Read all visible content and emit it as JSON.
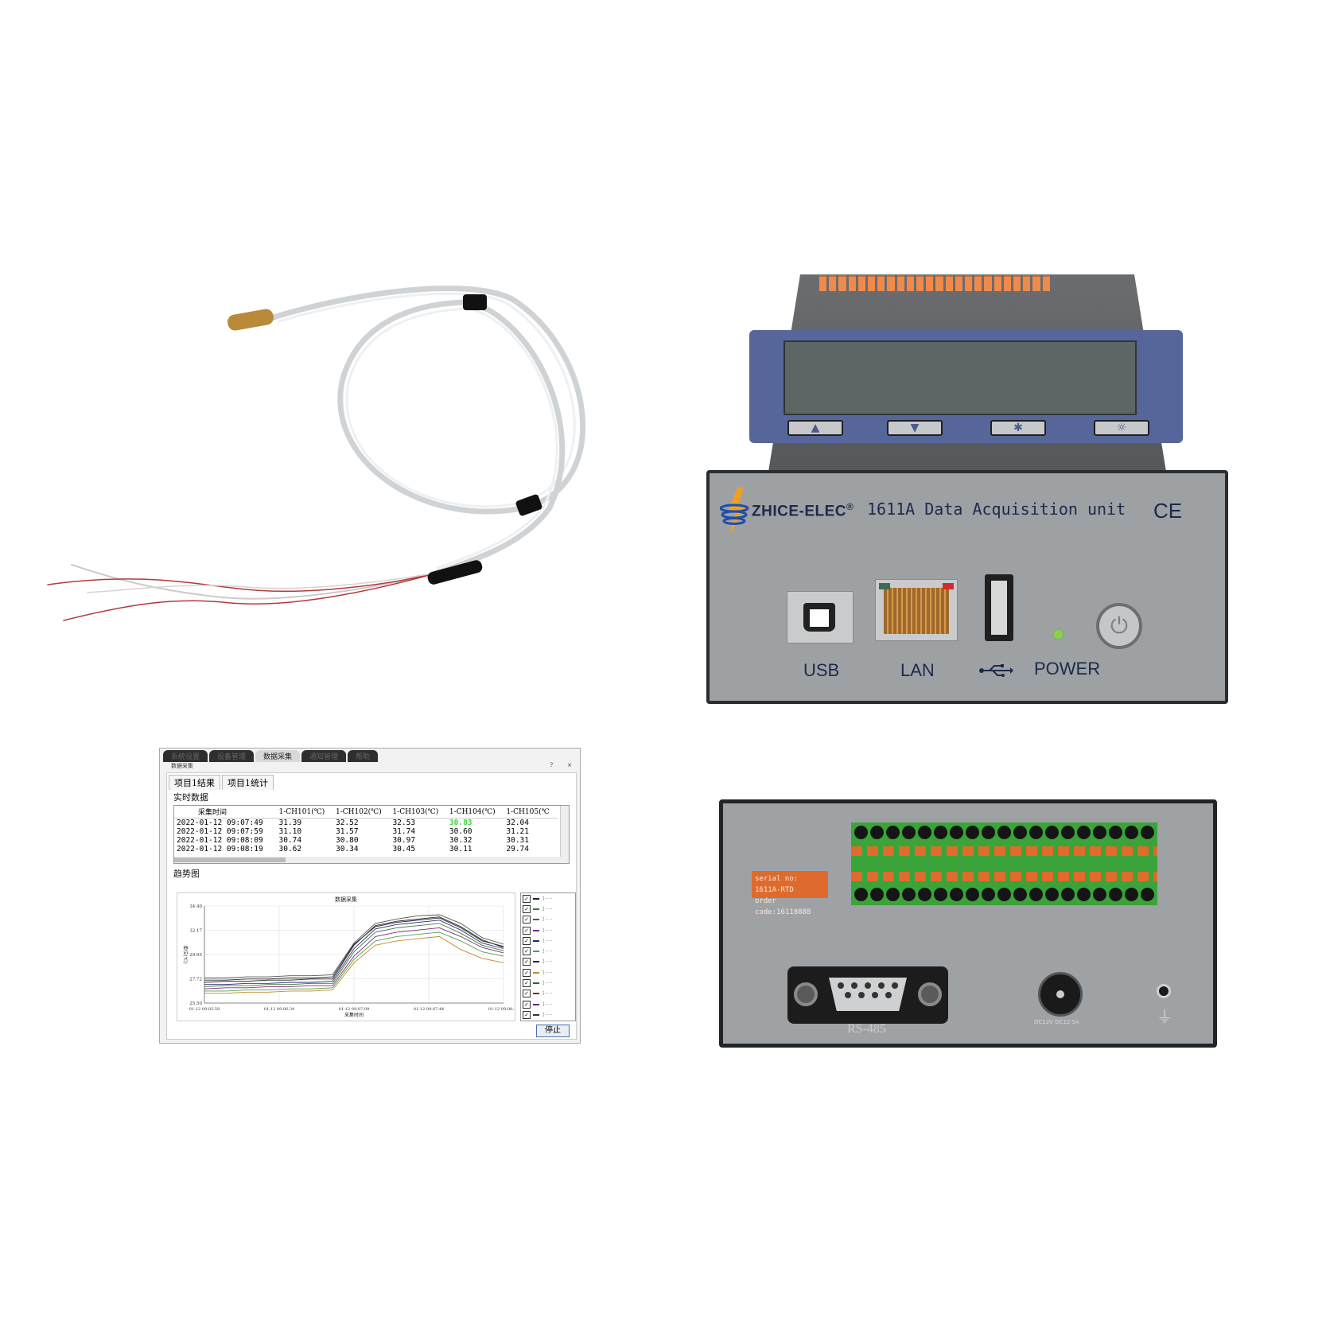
{
  "front_panel": {
    "brand": "ZHICE-ELEC",
    "registered": "®",
    "model": "1611A Data Acquisition unit",
    "ce_mark": "CE",
    "lcd_buttons": [
      "▲",
      "▼",
      "✱",
      "☼"
    ],
    "ports": {
      "usb": "USB",
      "lan": "LAN",
      "usb_a_icon": "⭠",
      "power": "POWER"
    },
    "power_icon": "power-icon"
  },
  "back_panel": {
    "serial_line1": "serial no: 1611A-RTD",
    "serial_line2": "order code:16118888",
    "rs485": "RS-485",
    "dc_label": "DC12V DC12 5A",
    "ground_symbol": "⏚"
  },
  "software": {
    "tabs": [
      "系统设置",
      "设备管理",
      "数据采集",
      "通知管理",
      "帮助"
    ],
    "window_title": "数据采集",
    "help_btn": "?",
    "close_btn": "×",
    "sub_tabs": [
      "项目1结果",
      "项目1统计"
    ],
    "realtime_label": "实时数据",
    "trend_label": "趋势图",
    "table": {
      "headers": [
        "采集时间",
        "1-CH101(℃)",
        "1-CH102(℃)",
        "1-CH103(℃)",
        "1-CH104(℃)",
        "1-CH105(℃"
      ],
      "rows": [
        [
          "2022-01-12 09:07:49",
          "31.39",
          "32.52",
          "32.53",
          "30.83",
          "32.04"
        ],
        [
          "2022-01-12 09:07:59",
          "31.10",
          "31.57",
          "31.74",
          "30.60",
          "31.21"
        ],
        [
          "2022-01-12 09:08:09",
          "30.74",
          "30.80",
          "30.97",
          "30.32",
          "30.31"
        ],
        [
          "2022-01-12 09:08:19",
          "30.62",
          "30.34",
          "30.45",
          "30.11",
          "29.74"
        ]
      ]
    },
    "stop_button": "停止",
    "legend_item_label": "1-···",
    "legend_colors": [
      "#222222",
      "#3a7a3a",
      "#555555",
      "#7a2a7a",
      "#2a2a7a",
      "#4aa04a",
      "#2a2a2a",
      "#c08a2a",
      "#2a6a2a",
      "#7a2a2a",
      "#5a2a7a",
      "#333333"
    ]
  },
  "chart_data": {
    "type": "line",
    "title": "数据采集",
    "xlabel": "采集时间",
    "ylabel": "单位(℃)",
    "y_ticks": [
      "34.40",
      "32.17",
      "29.95",
      "27.72",
      "25.50"
    ],
    "x_ticks": [
      "01-12 09:05:59",
      "01-12 09:06:34",
      "01-12 09:07:09",
      "01-12 09:07:44",
      "01-12 09:08:19"
    ],
    "ylim": [
      25.5,
      34.4
    ],
    "x": [
      0,
      1,
      2,
      3,
      4,
      5,
      6,
      7,
      8,
      9,
      10,
      11,
      12,
      13,
      14
    ],
    "series": [
      {
        "values": [
          27.4,
          27.5,
          27.5,
          27.6,
          27.6,
          27.7,
          27.7,
          30.8,
          32.6,
          33.0,
          33.2,
          33.4,
          32.5,
          31.3,
          30.6
        ]
      },
      {
        "values": [
          27.0,
          27.1,
          27.1,
          27.2,
          27.2,
          27.3,
          27.3,
          30.2,
          32.0,
          32.4,
          32.6,
          32.8,
          31.9,
          30.8,
          30.3
        ]
      },
      {
        "values": [
          27.8,
          27.8,
          27.9,
          27.9,
          28.0,
          28.0,
          28.1,
          31.0,
          32.8,
          33.2,
          33.5,
          33.6,
          32.8,
          31.5,
          30.9
        ]
      },
      {
        "values": [
          26.8,
          26.9,
          26.9,
          27.0,
          27.0,
          27.1,
          27.1,
          29.8,
          31.6,
          32.0,
          32.2,
          32.4,
          31.6,
          30.6,
          30.1
        ]
      },
      {
        "values": [
          27.2,
          27.2,
          27.3,
          27.3,
          27.4,
          27.4,
          27.5,
          30.5,
          32.3,
          32.7,
          32.9,
          33.1,
          32.2,
          31.0,
          30.5
        ]
      },
      {
        "values": [
          26.6,
          26.6,
          26.7,
          26.7,
          26.8,
          26.8,
          26.9,
          29.5,
          31.2,
          31.6,
          31.8,
          32.0,
          31.2,
          30.2,
          29.8
        ]
      },
      {
        "values": [
          27.6,
          27.6,
          27.7,
          27.7,
          27.8,
          27.8,
          27.9,
          30.9,
          32.5,
          32.9,
          33.1,
          33.3,
          32.4,
          31.2,
          30.7
        ]
      },
      {
        "values": [
          26.4,
          26.4,
          26.5,
          26.5,
          26.6,
          26.6,
          26.7,
          29.2,
          30.8,
          31.2,
          31.4,
          31.6,
          30.4,
          29.6,
          29.2
        ]
      }
    ]
  }
}
